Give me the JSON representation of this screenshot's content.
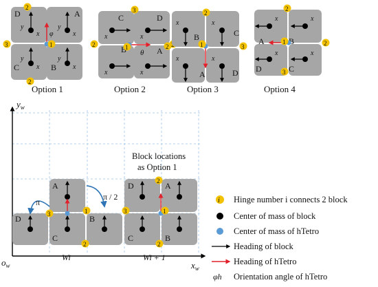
{
  "options": [
    {
      "label": "Option 1"
    },
    {
      "label": "Option 2"
    },
    {
      "label": "Option 3"
    },
    {
      "label": "Option 4"
    }
  ],
  "axis": {
    "y": "y",
    "y_sub": "w",
    "x": "x",
    "x_sub": "w",
    "origin": "o",
    "origin_sub": "w"
  },
  "grid_annotation": {
    "line1": "Block locations",
    "line2": "as Option 1"
  },
  "rotations": {
    "left": "π",
    "right": "π / 2"
  },
  "workspace_labels": {
    "w1": "Wi",
    "w2": "Wi + 1"
  },
  "legend": [
    {
      "symbol": "hinge",
      "symbol_text": "i",
      "text": "Hinge number i connects 2 block"
    },
    {
      "symbol": "black-dot",
      "text": "Center of mass of block"
    },
    {
      "symbol": "blue-dot",
      "text": "Center of mass of hTetro"
    },
    {
      "symbol": "black-arrow",
      "text": "Heading of block"
    },
    {
      "symbol": "red-arrow",
      "text": "Heading of hTetro"
    },
    {
      "symbol": "phi",
      "symbol_text": "φh",
      "text": "Orientation angle of hTetro"
    }
  ],
  "colors": {
    "block": "#a6a6a6",
    "hinge": "#f2c200",
    "hTetro_center": "#5b9bd5",
    "red_arrow": "#e0202a",
    "grid": "#9dc3e6",
    "blue_arc": "#2e75b6"
  }
}
